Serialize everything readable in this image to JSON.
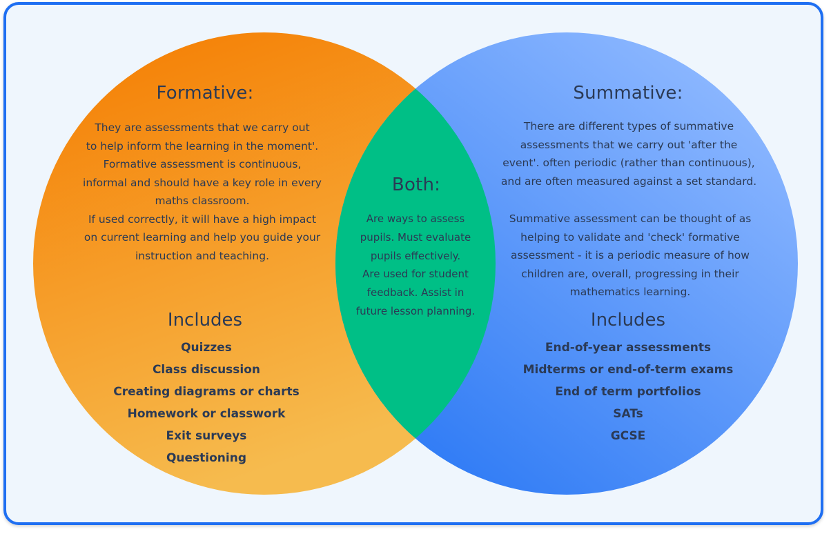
{
  "colors": {
    "frame_border": "#1f6ff2",
    "background": "#eff6fd",
    "formative_top": "#f57c00",
    "formative_bottom": "#f6bb4e",
    "summative_light": "#8cb7ff",
    "summative_dark": "#2f7bf5",
    "overlap": "#00bf86",
    "text": "#2b3a55"
  },
  "formative": {
    "title": "Formative:",
    "description_lines": [
      "They are assessments that we carry out",
      "to help inform the learning in the moment'.",
      "Formative assessment is continuous,",
      "informal and should have a key role in every",
      "maths classroom.",
      "If used correctly, it will have a high impact",
      "on current learning and help you guide your",
      "instruction and teaching."
    ],
    "includes_title": "Includes",
    "includes": [
      "Quizzes",
      "Class discussion",
      "Creating diagrams or charts",
      "Homework or classwork",
      "Exit surveys",
      "Questioning"
    ]
  },
  "both": {
    "title": "Both:",
    "description_lines": [
      "Are ways to assess",
      "pupils. Must evaluate",
      "pupils effectively.",
      "Are used for student",
      "feedback. Assist in",
      "future lesson planning."
    ]
  },
  "summative": {
    "title": "Summative:",
    "description_lines": [
      "There are different types of summative",
      "assessments that we carry out 'after the",
      "event'. often periodic (rather than continuous),",
      "and are often measured against a set standard."
    ],
    "description2_lines": [
      "Summative assessment can be thought of as",
      "helping to validate and 'check' formative",
      "assessment - it is a periodic measure of how",
      "children are, overall, progressing in their",
      "mathematics learning."
    ],
    "includes_title": "Includes",
    "includes": [
      "End-of-year assessments",
      "Midterms or end-of-term exams",
      "End of term portfolios",
      "SATs",
      "GCSE"
    ]
  }
}
